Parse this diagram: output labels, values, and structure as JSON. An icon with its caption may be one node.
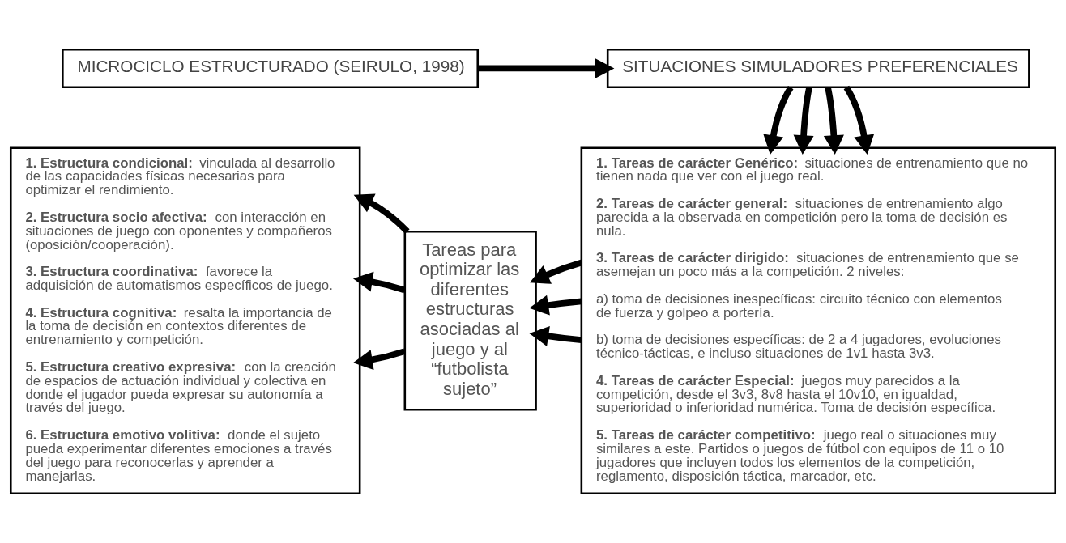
{
  "diagram": {
    "nodes": [
      {
        "text": [
          "MICROCICLO ESTRUCTURADO (SEIRULO, 1998)"
        ]
      },
      {
        "text": [
          "SITUACIONES SIMULADORES PREFERENCIALES"
        ]
      },
      {
        "text": [
          "**1. Estructura condicional:** vinculada al desarrollo de las capacidades físicas necesarias para optimizar el rendimiento.",
          "**2. Estructura socio afectiva:** con interacción en situaciones de juego con oponentes y compañeros (oposición/cooperación).",
          "**3. Estructura coordinativa:** favorece la adquisición de automatismos específicos de juego.",
          "**4. Estructura cognitiva:** resalta la importancia de la toma de decisión en contextos diferentes de entrenamiento y competición.",
          "**5. Estructura creativo expresiva:** con la creación de espacios de actuación individual y colectiva en donde el jugador pueda expresar su autonomía a través del juego.",
          "**6. Estructura emotivo volitiva:** donde el sujeto pueda experimentar diferentes emociones a través del juego para reconocerlas y aprender a manejarlas."
        ]
      },
      {
        "text": [
          "Tareas para optimizar las diferentes estructuras asociadas al juego y al “futbolista sujeto”"
        ]
      },
      {
        "text": [
          "**1. Tareas de carácter Genérico:** situaciones de entrenamiento que no tienen nada que ver con el juego real.",
          "**2. Tareas de carácter general:** situaciones de entrenamiento algo parecida a la observada en competición pero la toma de decisión es nula.",
          "**3. Tareas de carácter dirigido:** situaciones de entrenamiento que se asemejan un poco más a la competición. 2 niveles:",
          "a) toma de decisiones inespecíficas: circuito técnico con elementos de fuerza y golpeo a portería.",
          "b) toma de decisiones específicas: de 2 a 4 jugadores, evoluciones técnico-tácticas, e incluso situaciones de 1v1 hasta 3v3.",
          "**4. Tareas de carácter Especial:** juegos muy parecidos a la competición, desde el 3v3, 8v8 hasta el 10v10, en igualdad, superioridad o inferioridad numérica. Toma de decisión específica.",
          "**5. Tareas de carácter competitivo:** juego real o situaciones muy similares a este. Partidos o juegos de fútbol con equipos de 11 o 10 jugadores que incluyen todos los elementos de la competición, reglamento, disposición táctica, marcador, etc."
        ]
      }
    ],
    "edges": [
      {
        "from": 0,
        "to": 1,
        "arrow": "to"
      },
      {
        "from": 1,
        "to": 4,
        "arrow": "to"
      },
      {
        "from": 1,
        "to": 4,
        "arrow": "to"
      },
      {
        "from": 1,
        "to": 4,
        "arrow": "to"
      },
      {
        "from": 1,
        "to": 4,
        "arrow": "to"
      },
      {
        "from": 4,
        "to": 3,
        "arrow": "to"
      },
      {
        "from": 4,
        "to": 3,
        "arrow": "to"
      },
      {
        "from": 4,
        "to": 3,
        "arrow": "to"
      },
      {
        "from": 3,
        "to": 2,
        "arrow": "to"
      },
      {
        "from": 3,
        "to": 2,
        "arrow": "to"
      },
      {
        "from": 3,
        "to": 2,
        "arrow": "to"
      }
    ]
  }
}
